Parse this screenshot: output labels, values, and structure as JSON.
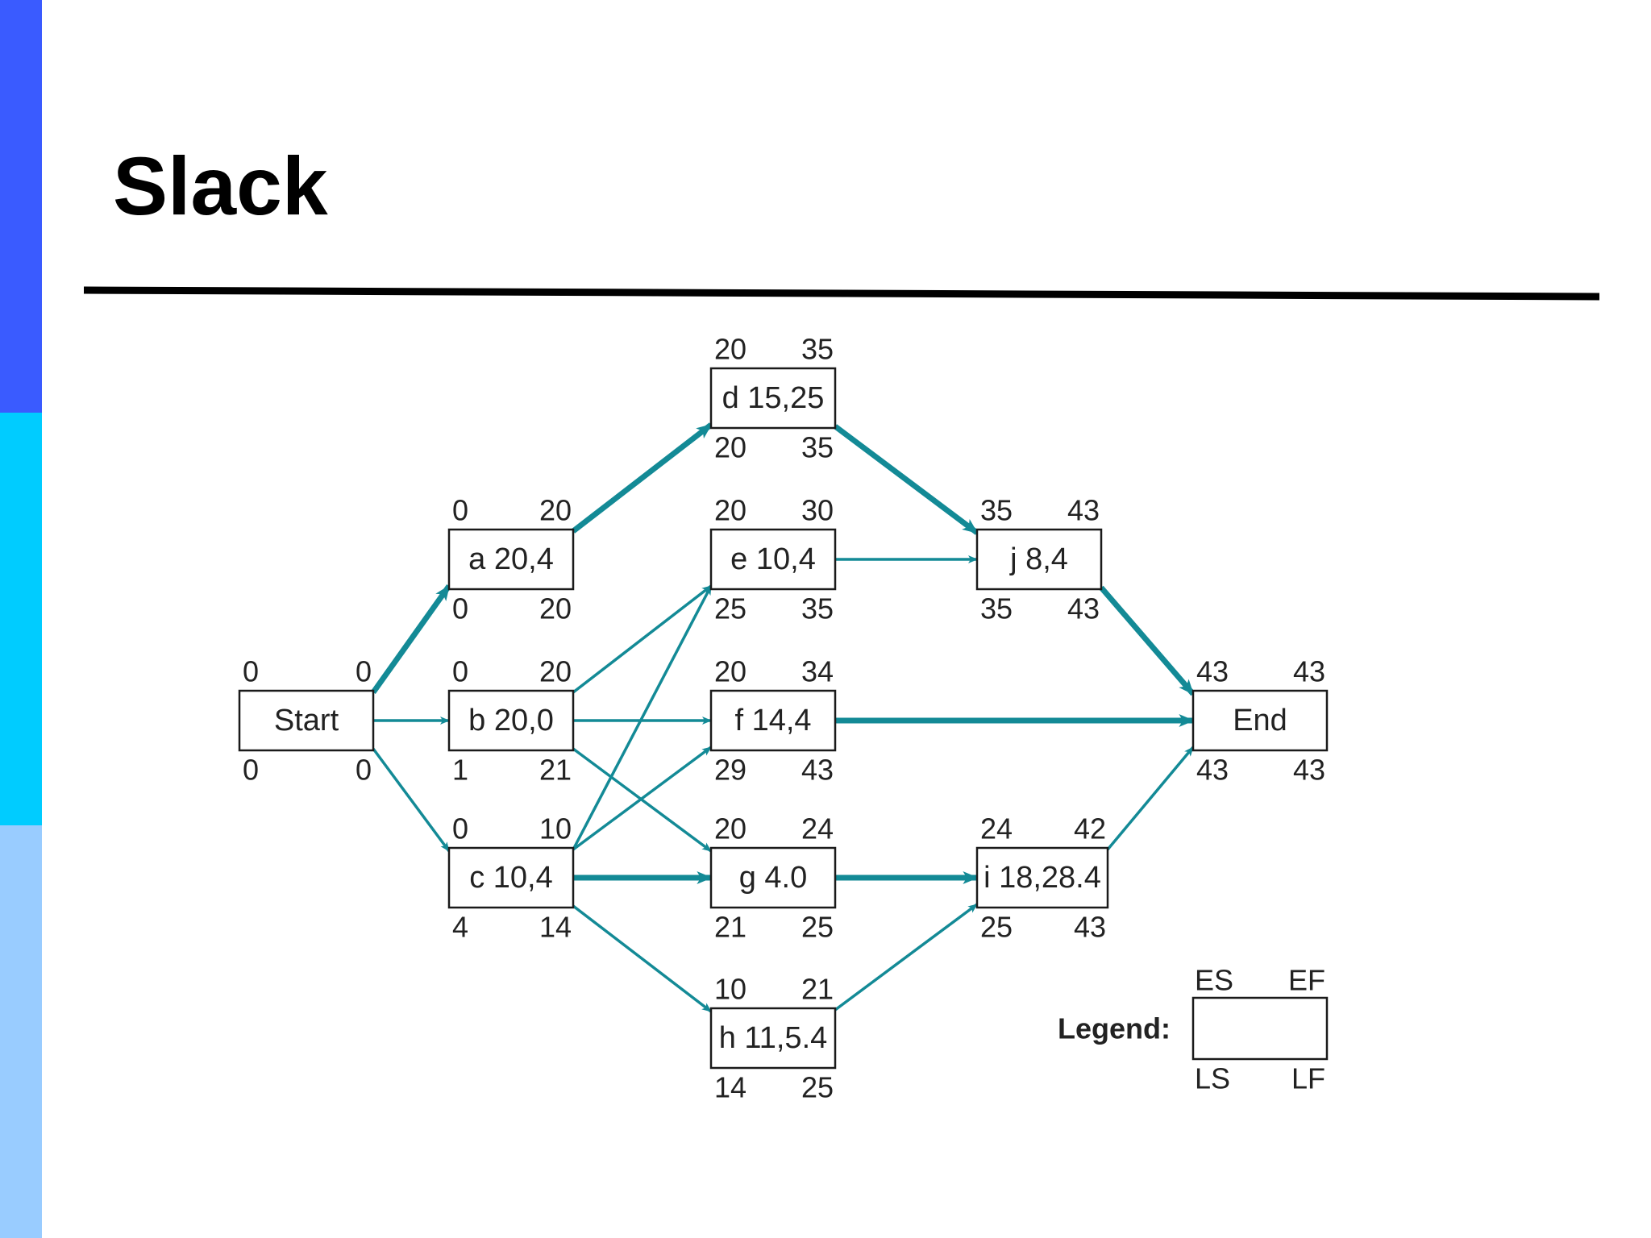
{
  "slide": {
    "title": "Slack"
  },
  "colors": {
    "accent_top": "#3a5bff",
    "accent_middle": "#00ccff",
    "accent_bottom": "#99ccff",
    "edge": "#138a96",
    "rule": "#000000"
  },
  "network": {
    "nodes": [
      {
        "id": "start",
        "label": "Start",
        "es": "0",
        "ef": "0",
        "ls": "0",
        "lf": "0"
      },
      {
        "id": "a",
        "label": "a 20,4",
        "es": "0",
        "ef": "20",
        "ls": "0",
        "lf": "20"
      },
      {
        "id": "b",
        "label": "b 20,0",
        "es": "0",
        "ef": "20",
        "ls": "1",
        "lf": "21"
      },
      {
        "id": "c",
        "label": "c 10,4",
        "es": "0",
        "ef": "10",
        "ls": "4",
        "lf": "14"
      },
      {
        "id": "d",
        "label": "d 15,25",
        "es": "20",
        "ef": "35",
        "ls": "20",
        "lf": "35"
      },
      {
        "id": "e",
        "label": "e 10,4",
        "es": "20",
        "ef": "30",
        "ls": "25",
        "lf": "35"
      },
      {
        "id": "f",
        "label": "f 14,4",
        "es": "20",
        "ef": "34",
        "ls": "29",
        "lf": "43"
      },
      {
        "id": "g",
        "label": "g 4.0",
        "es": "20",
        "ef": "24",
        "ls": "21",
        "lf": "25"
      },
      {
        "id": "h",
        "label": "h 11,5.4",
        "es": "10",
        "ef": "21",
        "ls": "14",
        "lf": "25"
      },
      {
        "id": "j",
        "label": "j 8,4",
        "es": "35",
        "ef": "43",
        "ls": "35",
        "lf": "43"
      },
      {
        "id": "i",
        "label": "i 18,28.4",
        "es": "24",
        "ef": "42",
        "ls": "25",
        "lf": "43"
      },
      {
        "id": "end",
        "label": "End",
        "es": "43",
        "ef": "43",
        "ls": "43",
        "lf": "43"
      }
    ],
    "edges": [
      {
        "from": "start",
        "to": "a",
        "critical": true
      },
      {
        "from": "start",
        "to": "b",
        "critical": false
      },
      {
        "from": "start",
        "to": "c",
        "critical": false
      },
      {
        "from": "a",
        "to": "d",
        "critical": true
      },
      {
        "from": "b",
        "to": "e",
        "critical": false
      },
      {
        "from": "b",
        "to": "f",
        "critical": false
      },
      {
        "from": "b",
        "to": "g",
        "critical": false
      },
      {
        "from": "c",
        "to": "e",
        "critical": false
      },
      {
        "from": "c",
        "to": "f",
        "critical": false
      },
      {
        "from": "c",
        "to": "g",
        "critical": true
      },
      {
        "from": "c",
        "to": "h",
        "critical": false
      },
      {
        "from": "d",
        "to": "j",
        "critical": true
      },
      {
        "from": "e",
        "to": "j",
        "critical": false
      },
      {
        "from": "f",
        "to": "end",
        "critical": true
      },
      {
        "from": "g",
        "to": "i",
        "critical": true
      },
      {
        "from": "h",
        "to": "i",
        "critical": false
      },
      {
        "from": "j",
        "to": "end",
        "critical": true
      },
      {
        "from": "i",
        "to": "end",
        "critical": false
      }
    ]
  },
  "legend": {
    "title": "Legend:",
    "es": "ES",
    "ef": "EF",
    "ls": "LS",
    "lf": "LF"
  }
}
